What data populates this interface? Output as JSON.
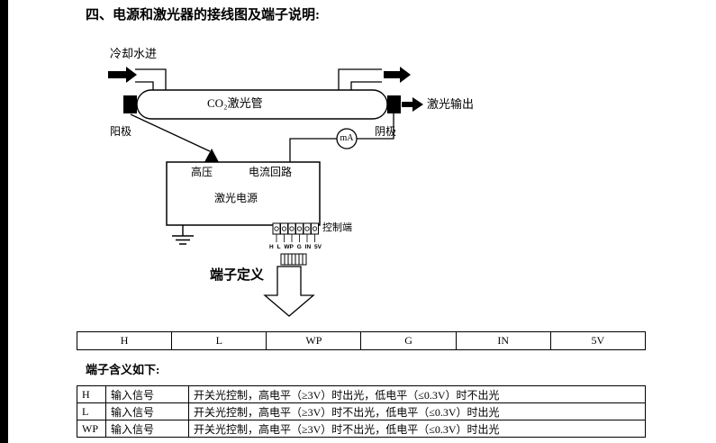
{
  "page": {
    "title": "四、电源和激光器的接线图及端子说明:",
    "meaning_heading": "端子含义如下:"
  },
  "diagram": {
    "cooling_water_in": "冷却水进",
    "tube_label": "CO₂激光管",
    "laser_output": "激光输出",
    "anode": "阳极",
    "cathode": "阴极",
    "meter_label": "mA",
    "high_voltage": "高压",
    "current_loop": "电流回路",
    "power_supply": "激光电源",
    "control_terminal": "控制端",
    "pins": [
      "H",
      "L",
      "WP",
      "G",
      "IN",
      "5V"
    ],
    "terminal_definition": "端子定义"
  },
  "terminal_table": {
    "headers": [
      "H",
      "L",
      "WP",
      "G",
      "IN",
      "5V"
    ]
  },
  "meaning_table": {
    "rows": [
      {
        "pin": "H",
        "type": "输入信号",
        "desc": "开关光控制，高电平（≥3V）时出光，低电平（≤0.3V）时不出光"
      },
      {
        "pin": "L",
        "type": "输入信号",
        "desc": "开关光控制，高电平（≥3V）时不出光，低电平（≤0.3V）时出光"
      },
      {
        "pin": "WP",
        "type": "输入信号",
        "desc": "开关光控制，高电平（≥3V）时不出光，低电平（≤0.3V）时出光"
      }
    ]
  },
  "colors": {
    "ink": "#000000",
    "paper": "#ffffff"
  }
}
